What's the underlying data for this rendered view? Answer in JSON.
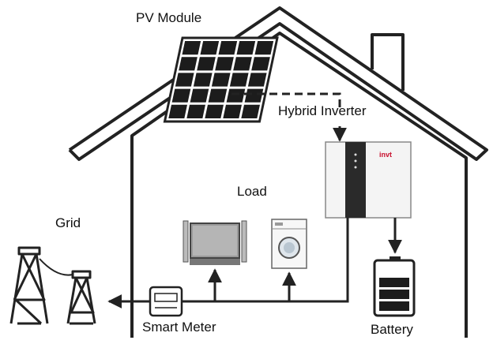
{
  "labels": {
    "pv_module": "PV Module",
    "hybrid_inverter": "Hybrid Inverter",
    "load": "Load",
    "grid": "Grid",
    "smart_meter": "Smart Meter",
    "battery": "Battery"
  },
  "inverter_brand": "invt",
  "icons": [
    "house-outline-icon",
    "solar-panel-icon",
    "inverter-icon",
    "tv-icon",
    "washing-machine-icon",
    "smart-meter-icon",
    "battery-icon",
    "transmission-tower-icon"
  ],
  "colors": {
    "line": "#222222",
    "panel_dark": "#1c1c1c",
    "inverter_front": "#2a2a2a",
    "brand": "#c8102e"
  }
}
